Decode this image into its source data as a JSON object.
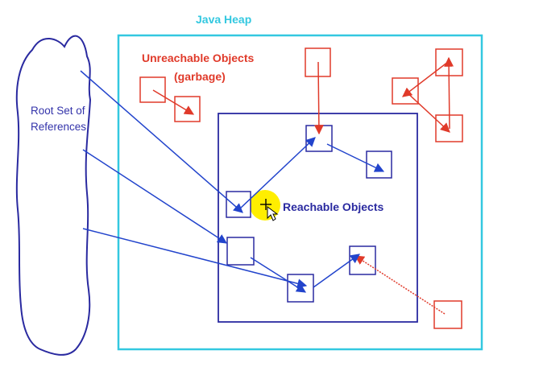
{
  "labels": {
    "heap_title": "Java Heap",
    "unreachable_line1": "Unreachable Objects",
    "unreachable_line2": "(garbage)",
    "root_line1": "Root Set of",
    "root_line2": "References",
    "reachable": "Reachable Objects"
  },
  "colors": {
    "heap": "#33c8e0",
    "garbage": "#e03a2a",
    "reachable": "#2a2aa0",
    "arrow_blue": "#2244cc",
    "root_label": "#3333aa",
    "cursor_highlight": "#ffee00"
  }
}
